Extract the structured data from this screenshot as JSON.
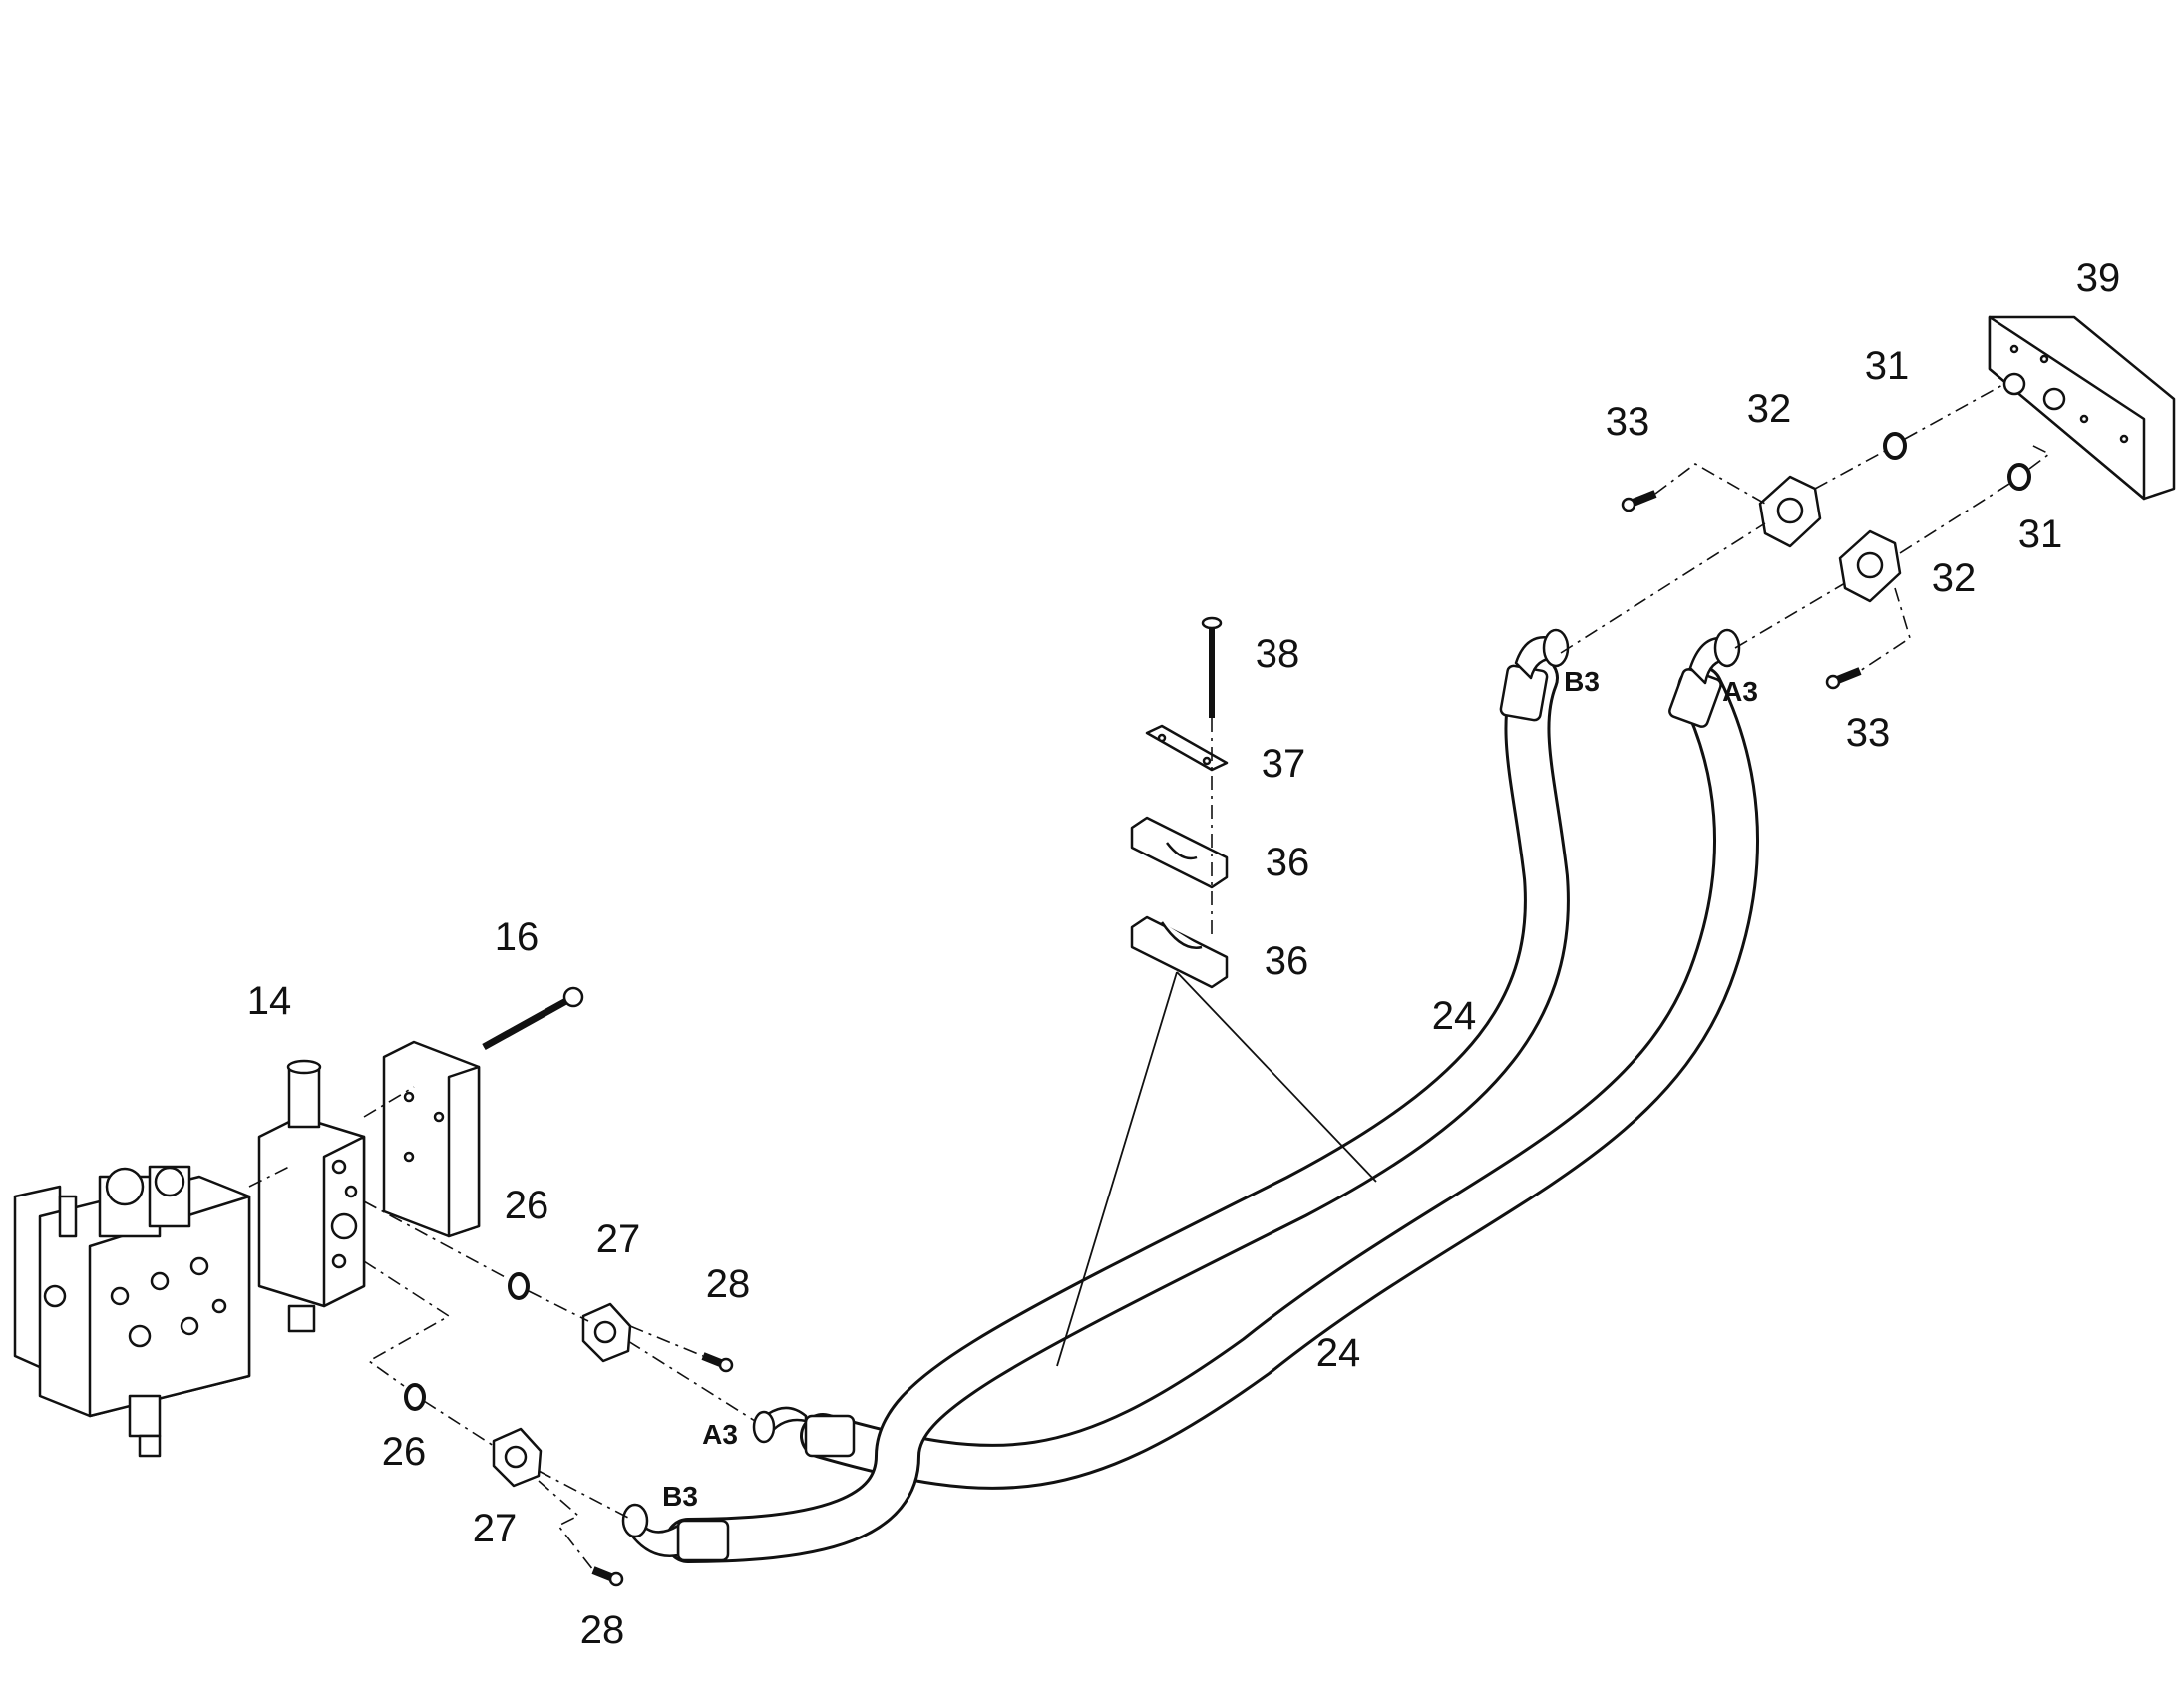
{
  "callouts": {
    "c14": "14",
    "c16": "16",
    "c24a": "24",
    "c24b": "24",
    "c26a": "26",
    "c26b": "26",
    "c27a": "27",
    "c27b": "27",
    "c28a": "28",
    "c28b": "28",
    "c31a": "31",
    "c31b": "31",
    "c32a": "32",
    "c32b": "32",
    "c33a": "33",
    "c33b": "33",
    "c36a": "36",
    "c36b": "36",
    "c37": "37",
    "c38": "38",
    "c39": "39"
  },
  "ports": {
    "a3_left": "A3",
    "b3_left": "B3",
    "a3_right": "A3",
    "b3_right": "B3"
  }
}
